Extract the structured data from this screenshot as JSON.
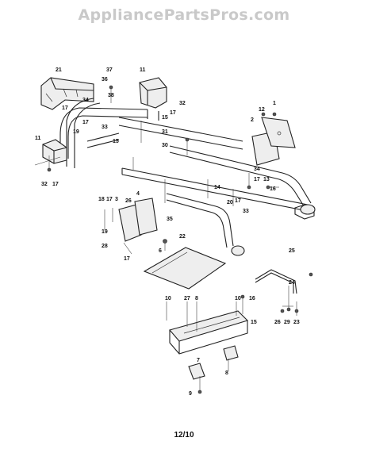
{
  "watermark": "AppliancePartsPros.com",
  "footer": "12/10",
  "diagram": {
    "callouts": [
      "21",
      "37",
      "36",
      "38",
      "34",
      "17",
      "17",
      "19",
      "15",
      "11",
      "32",
      "17",
      "15",
      "33",
      "31",
      "30",
      "12",
      "1",
      "2",
      "11",
      "32",
      "17",
      "34",
      "17",
      "13",
      "16",
      "14",
      "20",
      "17",
      "33",
      "18",
      "17",
      "3",
      "4",
      "26",
      "35",
      "22",
      "19",
      "28",
      "17",
      "6",
      "25",
      "24",
      "10",
      "27",
      "8",
      "10",
      "16",
      "15",
      "26",
      "29",
      "23",
      "7",
      "8",
      "9"
    ]
  }
}
